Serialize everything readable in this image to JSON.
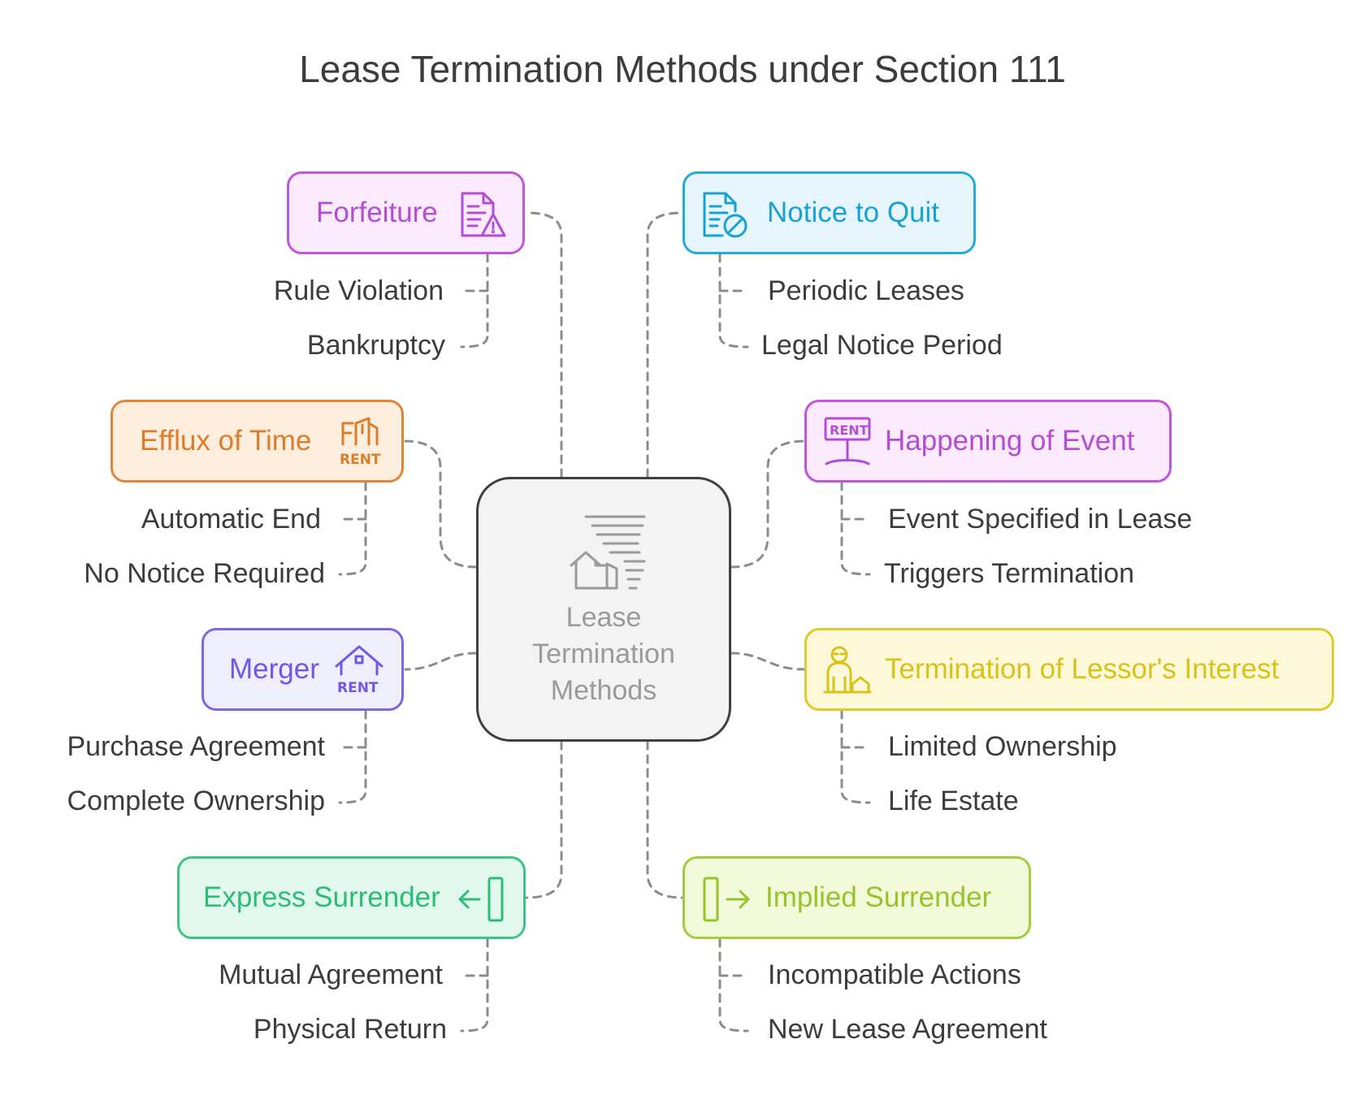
{
  "title": "Lease Termination Methods under Section 111",
  "center": {
    "lines": [
      "Lease",
      "Termination",
      "Methods"
    ],
    "icon": "tornado-house-icon"
  },
  "colors": {
    "connector": "#8c8c8c",
    "forfeiture": "#b44dd3",
    "efflux_of_time": "#dc7d2c",
    "merger": "#7357e3",
    "express_surrender": "#2cbe77",
    "notice_to_quit": "#1aa1d4",
    "happening_of_event": "#b44dd3",
    "termination_of_lessors_interest": "#d9c21a",
    "implied_surrender": "#99c22c"
  },
  "branches": {
    "forfeiture": {
      "label": "Forfeiture",
      "icon": "document-warning-icon",
      "items": [
        "Rule Violation",
        "Bankruptcy"
      ]
    },
    "efflux_of_time": {
      "label": "Efflux of Time",
      "icon": "rent-building-icon",
      "items": [
        "Automatic End",
        "No Notice Required"
      ]
    },
    "merger": {
      "label": "Merger",
      "icon": "house-rent-icon",
      "items": [
        "Purchase Agreement",
        "Complete Ownership"
      ]
    },
    "express_surrender": {
      "label": "Express Surrender",
      "icon": "door-enter-icon",
      "items": [
        "Mutual Agreement",
        "Physical Return"
      ]
    },
    "notice_to_quit": {
      "label": "Notice to Quit",
      "icon": "document-prohibited-icon",
      "items": [
        "Periodic Leases",
        "Legal Notice Period"
      ]
    },
    "happening_of_event": {
      "label": "Happening of Event",
      "icon": "rent-sign-icon",
      "items": [
        "Event Specified in Lease",
        "Triggers Termination"
      ]
    },
    "termination_of_lessors_interest": {
      "label": "Termination of Lessor's Interest",
      "icon": "person-property-icon",
      "items": [
        "Limited Ownership",
        "Life Estate"
      ]
    },
    "implied_surrender": {
      "label": "Implied Surrender",
      "icon": "door-exit-icon",
      "items": [
        "Incompatible Actions",
        "New Lease Agreement"
      ]
    }
  }
}
